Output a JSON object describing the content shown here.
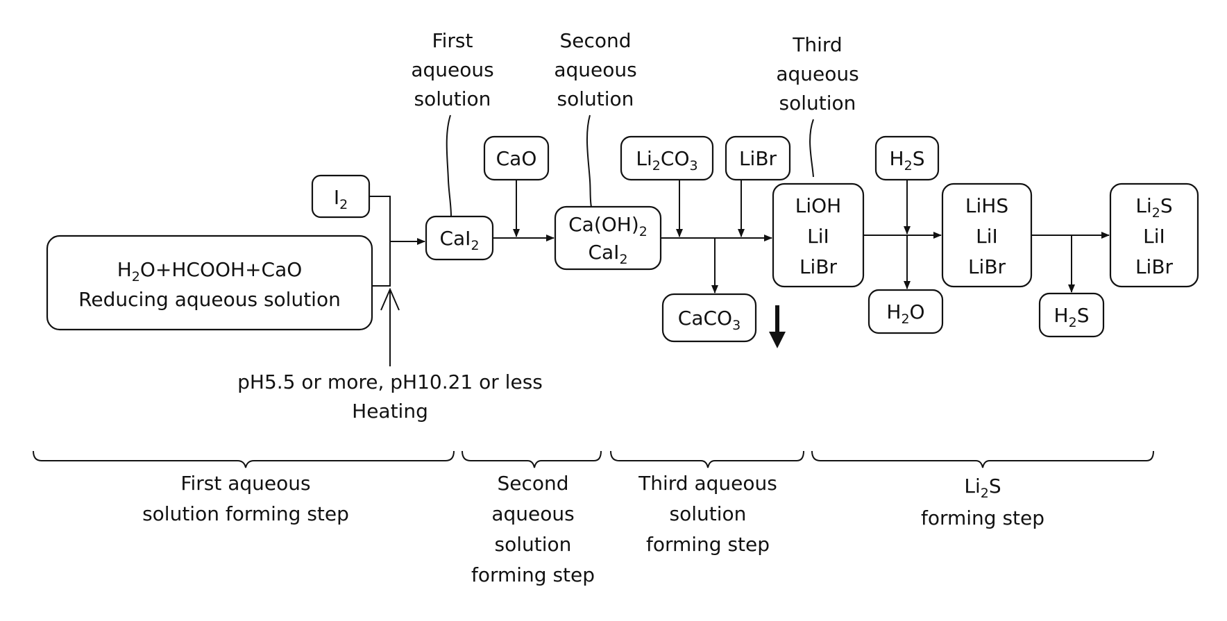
{
  "labels": {
    "first_solution": [
      "First",
      "aqueous",
      "solution"
    ],
    "second_solution": [
      "Second",
      "aqueous",
      "solution"
    ],
    "third_solution": [
      "Third",
      "aqueous",
      "solution"
    ],
    "condition_line1": "pH5.5 or more, pH10.21 or less",
    "condition_line2": "Heating"
  },
  "boxes": {
    "i2": {
      "main": "I",
      "sub": "2"
    },
    "reducing_line2": "Reducing aqueous solution",
    "cai2": {
      "main": "CaI",
      "sub": "2"
    },
    "cao": "CaO",
    "caoh2_top": {
      "main": "Ca(OH)",
      "sub": "2"
    },
    "caoh2_bottom": {
      "main": "CaI",
      "sub": "2"
    },
    "li2co3": {
      "p1": "Li",
      "s1": "2",
      "p2": "CO",
      "s2": "3"
    },
    "caco3": {
      "main": "CaCO",
      "sub": "3"
    },
    "libr": "LiBr",
    "third_box": [
      "LiOH",
      "LiI",
      "LiBr"
    ],
    "h2s_top": {
      "p1": "H",
      "s1": "2",
      "p2": "S"
    },
    "h2o": {
      "p1": "H",
      "s1": "2",
      "p2": "O"
    },
    "lihs_box": [
      "LiHS",
      "LiI",
      "LiBr"
    ],
    "h2s_bottom": {
      "p1": "H",
      "s1": "2",
      "p2": "S"
    },
    "final_box": {
      "l1_p1": "Li",
      "l1_s1": "2",
      "l1_p2": "S",
      "l2": "LiI",
      "l3": "LiBr"
    }
  },
  "steps": {
    "step1": [
      "First aqueous",
      "solution forming step"
    ],
    "step2": [
      "Second",
      "aqueous",
      "solution",
      "forming step"
    ],
    "step3": [
      "Third aqueous",
      "solution",
      "forming step"
    ],
    "step4": {
      "l1_p1": "Li",
      "l1_s1": "2",
      "l1_p2": "S",
      "l2": "forming step"
    }
  }
}
